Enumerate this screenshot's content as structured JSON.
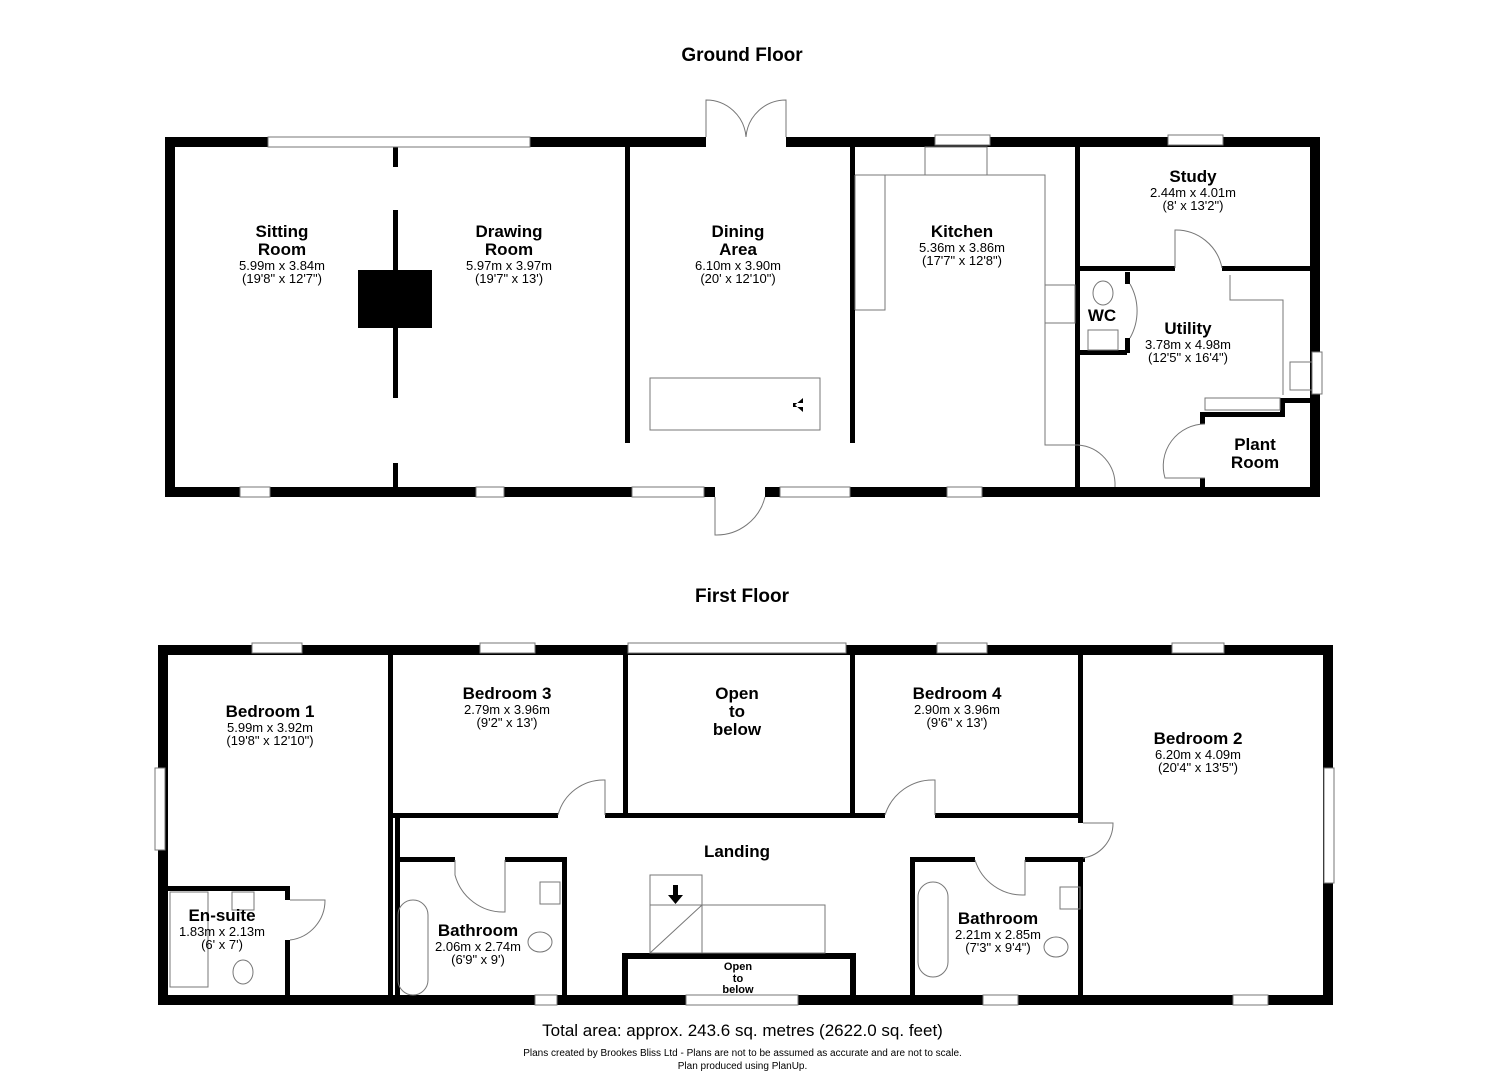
{
  "ground_floor": {
    "title": "Ground Floor",
    "rooms": [
      {
        "name": "Sitting Room",
        "name_lines": [
          "Sitting",
          "Room"
        ],
        "metric": "5.99m x 3.84m",
        "imperial": "(19'8\" x 12'7\")"
      },
      {
        "name": "Drawing Room",
        "name_lines": [
          "Drawing",
          "Room"
        ],
        "metric": "5.97m x 3.97m",
        "imperial": "(19'7\" x 13')"
      },
      {
        "name": "Dining Area",
        "name_lines": [
          "Dining",
          "Area"
        ],
        "metric": "6.10m x 3.90m",
        "imperial": "(20' x 12'10\")"
      },
      {
        "name": "Kitchen",
        "metric": "5.36m x 3.86m",
        "imperial": "(17'7\" x 12'8\")"
      },
      {
        "name": "Study",
        "metric": "2.44m x 4.01m",
        "imperial": "(8' x 13'2\")"
      },
      {
        "name": "Utility",
        "metric": "3.78m x 4.98m",
        "imperial": "(12'5\" x 16'4\")"
      },
      {
        "name": "WC"
      },
      {
        "name": "Plant Room",
        "name_lines": [
          "Plant",
          "Room"
        ]
      }
    ]
  },
  "first_floor": {
    "title": "First Floor",
    "rooms": [
      {
        "name": "Bedroom 1",
        "metric": "5.99m x 3.92m",
        "imperial": "(19'8\" x 12'10\")"
      },
      {
        "name": "Bedroom 3",
        "metric": "2.79m x 3.96m",
        "imperial": "(9'2\" x 13')"
      },
      {
        "name": "Open to below",
        "name_lines": [
          "Open",
          "to",
          "below"
        ]
      },
      {
        "name": "Bedroom 4",
        "metric": "2.90m x 3.96m",
        "imperial": "(9'6\" x 13')"
      },
      {
        "name": "Bedroom 2",
        "metric": "6.20m x 4.09m",
        "imperial": "(20'4\" x 13'5\")"
      },
      {
        "name": "Landing"
      },
      {
        "name": "En-suite",
        "metric": "1.83m x 2.13m",
        "imperial": "(6' x 7')"
      },
      {
        "name": "Bathroom",
        "metric": "2.06m x 2.74m",
        "imperial": "(6'9\" x 9')"
      },
      {
        "name": "Bathroom",
        "metric": "2.21m x 2.85m",
        "imperial": "(7'3\" x 9'4\")"
      },
      {
        "name": "Open to below",
        "name_lines": [
          "Open",
          "to",
          "below"
        ]
      }
    ]
  },
  "footer": {
    "total_area": "Total area: approx. 243.6 sq. metres (2622.0 sq. feet)",
    "disclaimer": "Plans created by Brookes Bliss Ltd - Plans are not to be assumed as accurate and are not to scale.",
    "credit": "Plan produced using PlanUp."
  }
}
